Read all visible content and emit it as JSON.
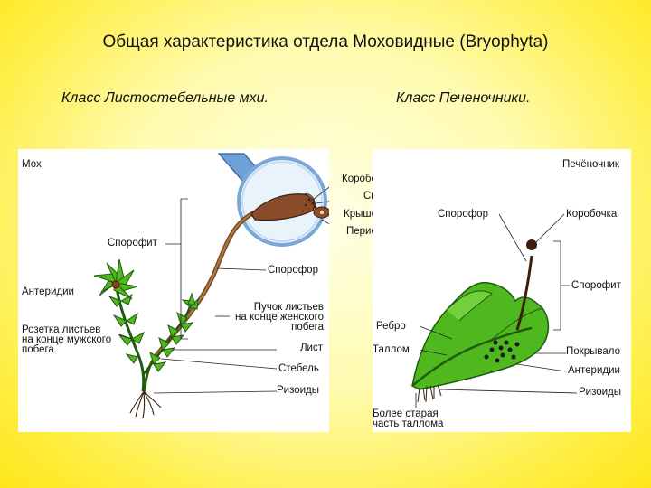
{
  "title": "Общая характеристика отдела Моховидные (Bryophyta)",
  "subtitles": {
    "left": "Класс Листостебельные мхи.",
    "right": "Класс Печеночники."
  },
  "moss": {
    "heading": "Мох",
    "labels": {
      "korobochka": "Коробочка",
      "spory": "Споры",
      "kryshechka": "Крышечка",
      "peristom": "Перистом",
      "sporofit": "Спорофит",
      "sporofor": "Спорофор",
      "anteridii": "Антеридии",
      "puchok_1": "Пучок листьев",
      "puchok_2": "на конце женского",
      "puchok_3": "побега",
      "rozetka_1": "Розетка листьев",
      "rozetka_2": "на конце мужского",
      "rozetka_3": "побега",
      "list": "Лист",
      "stebel": "Стебель",
      "rizoidy": "Ризоиды"
    }
  },
  "liverwort": {
    "heading": "Печёночник",
    "labels": {
      "sporofor": "Спорофор",
      "korobochka": "Коробочка",
      "sporofit": "Спорофит",
      "rebro": "Ребро",
      "tallom": "Таллом",
      "pokryvalo": "Покрывало",
      "anteridii": "Антеридии",
      "rizoidy": "Ризоиды",
      "old_1": "Более старая",
      "old_2": "часть таллома"
    }
  },
  "colors": {
    "leaf": "#4fb81f",
    "leaf_dark": "#1f5a0e",
    "capsule": "#8a4b2a",
    "stem": "#7a4a22",
    "lens_rim": "#7aa8d8"
  }
}
